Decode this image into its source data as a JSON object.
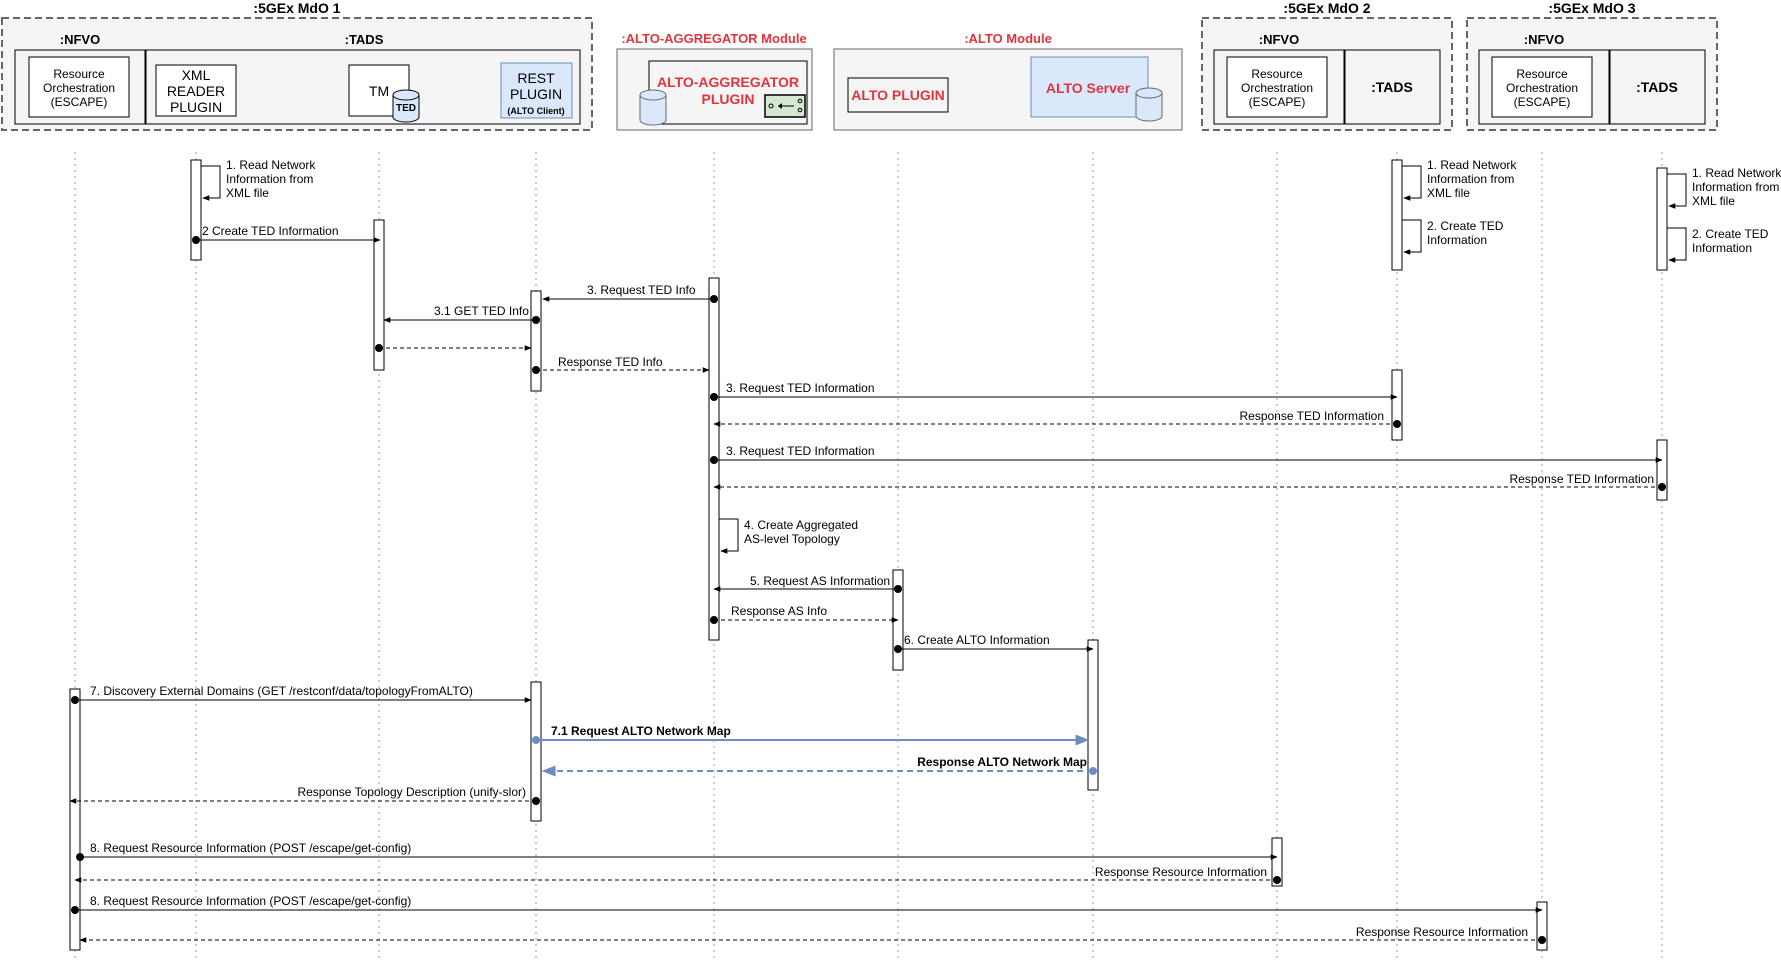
{
  "groups": {
    "mdo1": ":5GEx MdO 1",
    "alto_aggregator": ":ALTO-AGGREGATOR Module",
    "alto": ":ALTO Module",
    "mdo2": ":5GEx MdO 2",
    "mdo3": ":5GEx MdO 3"
  },
  "components": {
    "nfvo": ":NFVO",
    "tads": ":TADS",
    "resource_orchestration": [
      "Resource",
      "Orchestration",
      "(ESCAPE)"
    ],
    "xml_reader": [
      "XML",
      "READER",
      "PLUGIN"
    ],
    "tm": "TM",
    "ted": "TED",
    "rest_plugin": [
      "REST",
      "PLUGIN",
      "(ALTO Client)"
    ],
    "aggregator_plugin": [
      "ALTO-AGGREGATOR",
      "PLUGIN"
    ],
    "alto_plugin": "ALTO PLUGIN",
    "alto_server": "ALTO Server"
  },
  "messages": {
    "m1_read_xml": [
      "1. Read Network",
      "Information from",
      "XML file"
    ],
    "m2_create_ted": "2 Create TED Information",
    "m3_request_ted_info": "3. Request TED Info",
    "m31_get_ted_info": "3.1 GET TED Info",
    "m_response_ted_info": "Response TED Info",
    "m3_request_ted_information": "3. Request TED Information",
    "m_response_ted_information": "Response TED Information",
    "m4_create_aggregated": [
      "4. Create Aggregated",
      "AS-level Topology"
    ],
    "m5_request_as": "5. Request AS Information",
    "m_response_as": "Response AS Info",
    "m6_create_alto": "6. Create ALTO Information",
    "m7_discovery": "7. Discovery External Domains (GET /restconf/data/topologyFromALTO)",
    "m71_request_map": "7.1 Request ALTO Network Map",
    "m_response_map": "Response ALTO Network Map",
    "m_response_topology": "Response Topology Description (unify-slor)",
    "m8_request_resource": "8. Request Resource Information (POST /escape/get-config)",
    "m_response_resource": "Response Resource Information",
    "m2_create_ted_mdo": [
      "2. Create TED",
      "Information"
    ]
  },
  "colors": {
    "red_title": "#e0353d",
    "blue_arrow": "#6c8ebf",
    "light_blue": "#dae8fc",
    "light_green": "#d5e8d4",
    "box_bg": "#f5f5f5",
    "group_border": "#666666"
  }
}
